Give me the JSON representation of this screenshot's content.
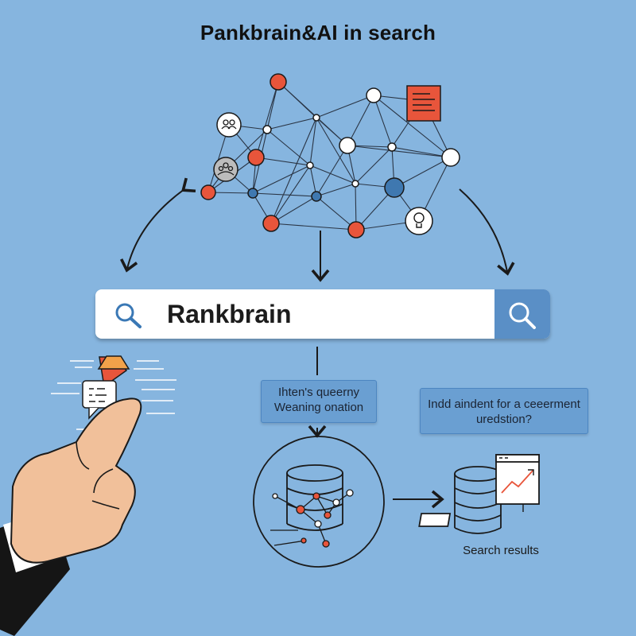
{
  "title": "Pankbrain&AI in search",
  "search": {
    "query": "Rankbrain"
  },
  "labels": {
    "left_line1": "Ihten's queerny",
    "left_line2": "Weaning onation",
    "right_line1": "Indd aindent for a ceeerment",
    "right_line2": "uredstion?"
  },
  "results_label": "Search results",
  "colors": {
    "background": "#86b5df",
    "accent_orange": "#e8553b",
    "accent_blue": "#3f78b0",
    "search_button": "#5a8fc6",
    "line": "#1a1a1a"
  },
  "icons": [
    "search-icon",
    "people-icon",
    "group-icon",
    "lightbulb-icon",
    "document-icon",
    "chat-icon",
    "warning-icon",
    "database-icon",
    "chart-monitor-icon",
    "pointing-hand-icon"
  ]
}
